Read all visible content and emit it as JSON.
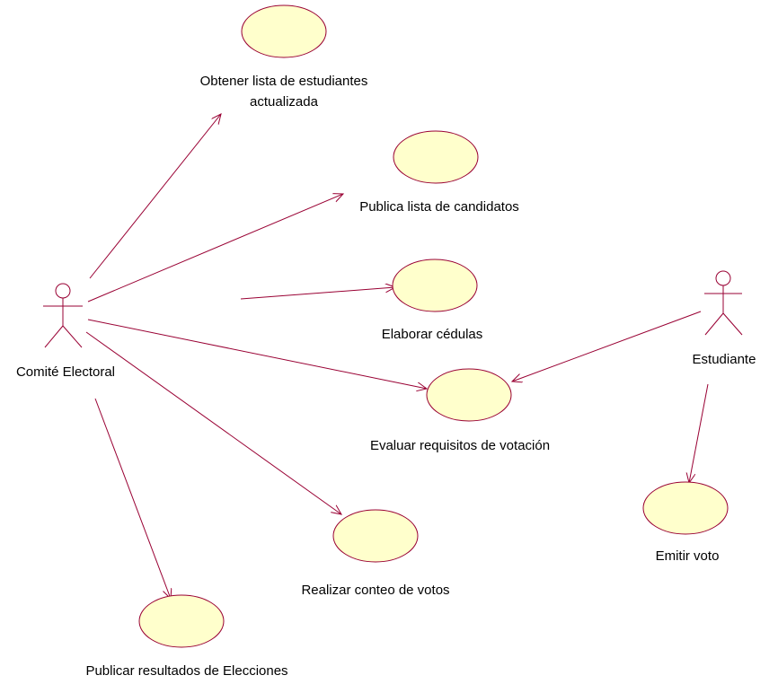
{
  "colors": {
    "line": "#990033",
    "use_case_fill": "#ffffcc",
    "background": "#ffffff"
  },
  "actors": [
    {
      "id": "comite",
      "name": "Comité Electoral"
    },
    {
      "id": "estudiante",
      "name": "Estudiante"
    }
  ],
  "use_cases": [
    {
      "id": "obtener",
      "label_lines": [
        "Obtener lista de estudiantes",
        "actualizada"
      ]
    },
    {
      "id": "publica",
      "label_lines": [
        "Publica lista de candidatos"
      ]
    },
    {
      "id": "elaborar",
      "label_lines": [
        "Elaborar cédulas"
      ]
    },
    {
      "id": "evaluar",
      "label_lines": [
        "Evaluar requisitos de votación"
      ]
    },
    {
      "id": "realizar",
      "label_lines": [
        "Realizar conteo de votos"
      ]
    },
    {
      "id": "publicar",
      "label_lines": [
        "Publicar resultados de Elecciones"
      ]
    },
    {
      "id": "emitir",
      "label_lines": [
        "Emitir voto"
      ]
    }
  ],
  "associations": [
    {
      "from": "comite",
      "to": "obtener"
    },
    {
      "from": "comite",
      "to": "publica"
    },
    {
      "from": "comite",
      "to": "elaborar"
    },
    {
      "from": "comite",
      "to": "evaluar"
    },
    {
      "from": "comite",
      "to": "realizar"
    },
    {
      "from": "comite",
      "to": "publicar"
    },
    {
      "from": "estudiante",
      "to": "evaluar"
    },
    {
      "from": "estudiante",
      "to": "emitir"
    }
  ]
}
